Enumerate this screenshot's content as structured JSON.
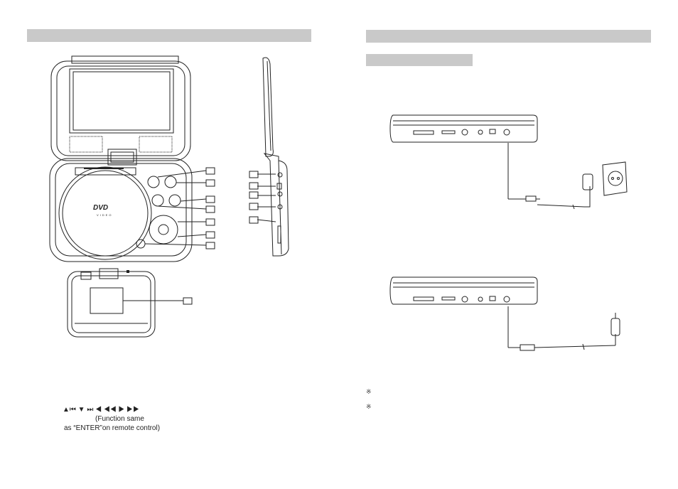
{
  "left_page": {
    "dvd_logo": "DVD",
    "disc_sub_label": "VIDEO",
    "nav_symbols": "▲⏮  ▼ ⏭  ◀ ◀◀   ▶ ▶▶",
    "function_note_1": "(Function same",
    "function_note_2": "as “ENTER”on remote control)"
  },
  "right_page": {
    "note_mark_1": "※",
    "note_mark_2": "※"
  }
}
